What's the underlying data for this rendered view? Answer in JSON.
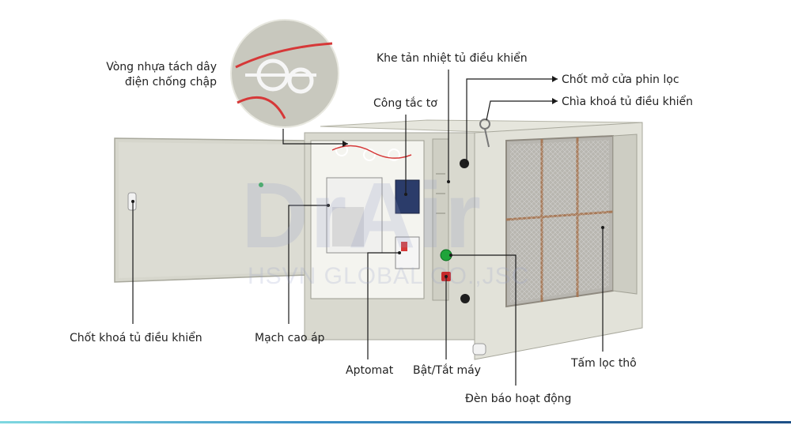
{
  "labels": {
    "wire_separator": "Vòng nhựa tách dây\nđiện chống chập",
    "heat_vent": "Khe tản nhiệt tủ điều khiển",
    "filter_door_latch": "Chốt mở cửa phin lọc",
    "cabinet_key": "Chìa khoá tủ điều khiển",
    "contactor": "Công tắc tơ",
    "cabinet_lock": "Chốt khoá tủ điều khiển",
    "hv_circuit": "Mạch cao áp",
    "breaker": "Aptomat",
    "power_switch": "Bật/Tắt máy",
    "status_light": "Đèn báo hoạt động",
    "coarse_filter": "Tấm lọc thô"
  },
  "watermark": {
    "logo": "DrAir",
    "sub": "HSVN GLOBAL CO.,JSC"
  },
  "colors": {
    "cabinet": "#dcdcd2",
    "cabinet_shadow": "#b9b9ae",
    "pointer": "#1a1a1a",
    "footer_start": "#7fd8e0",
    "footer_end": "#1d4f86"
  }
}
